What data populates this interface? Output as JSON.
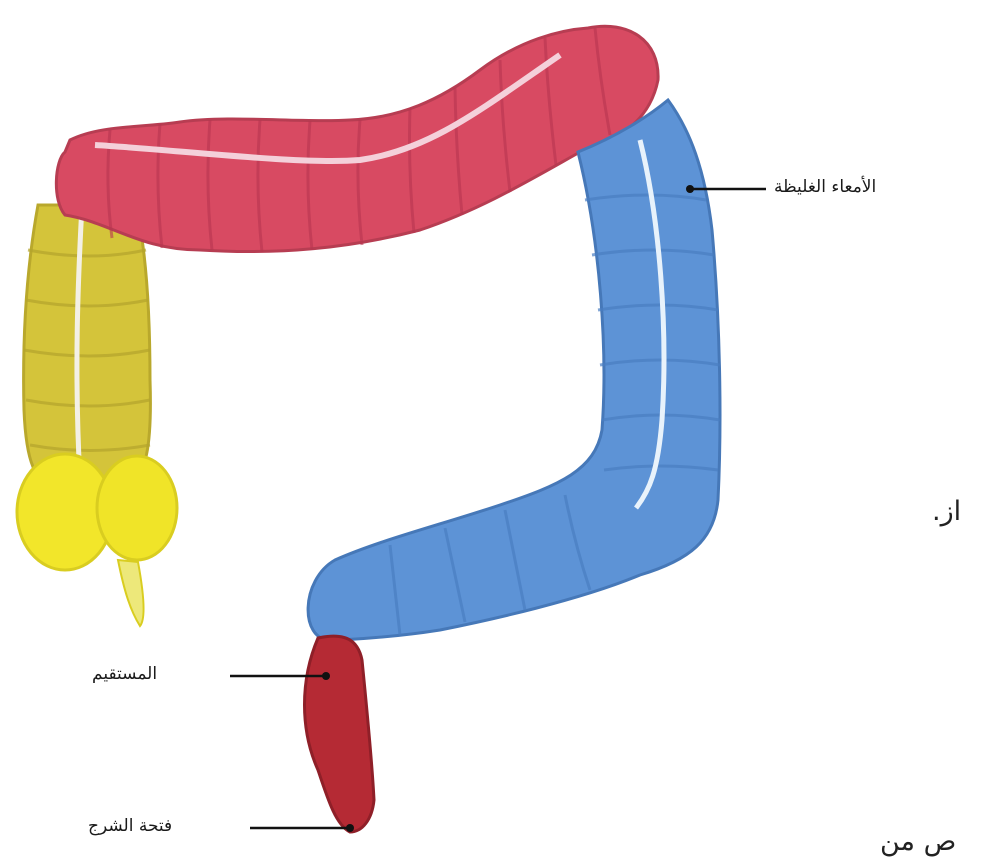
{
  "labels": {
    "large_intestine": "الأمعاء الغليظة",
    "rectum": "المستقيم",
    "anus": "فتحة الشرج"
  },
  "side_text": {
    "fragment_1": "از.",
    "fragment_2": "ص من"
  },
  "colors": {
    "ascending": "#d4c43a",
    "cecum": "#f2e62a",
    "transverse": "#d84a62",
    "descending": "#5d93d6",
    "rectum": "#b52a34",
    "stripe": "#f3f0e6"
  }
}
